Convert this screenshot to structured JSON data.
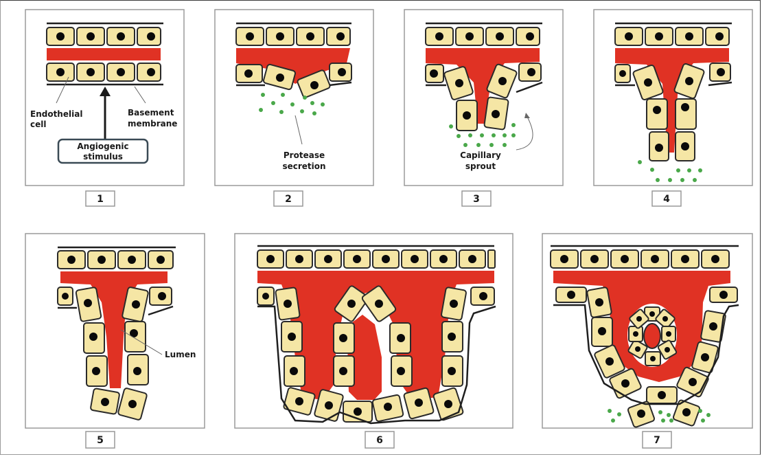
{
  "labels": {
    "endothelial_1": "Endothelial",
    "endothelial_2": "cell",
    "basement_1": "Basement",
    "basement_2": "membrane",
    "angiogenic_1": "Angiogenic",
    "angiogenic_2": "stimulus",
    "protease_1": "Protease",
    "protease_2": "secretion",
    "capillary_1": "Capillary",
    "capillary_2": "sprout",
    "lumen": "Lumen"
  },
  "stages": [
    "1",
    "2",
    "3",
    "4",
    "5",
    "6",
    "7"
  ],
  "colors": {
    "blood": "#e03224",
    "cell": "#f5e6a5",
    "nucleus": "#0a0a0a",
    "protease": "#4aa84a"
  }
}
